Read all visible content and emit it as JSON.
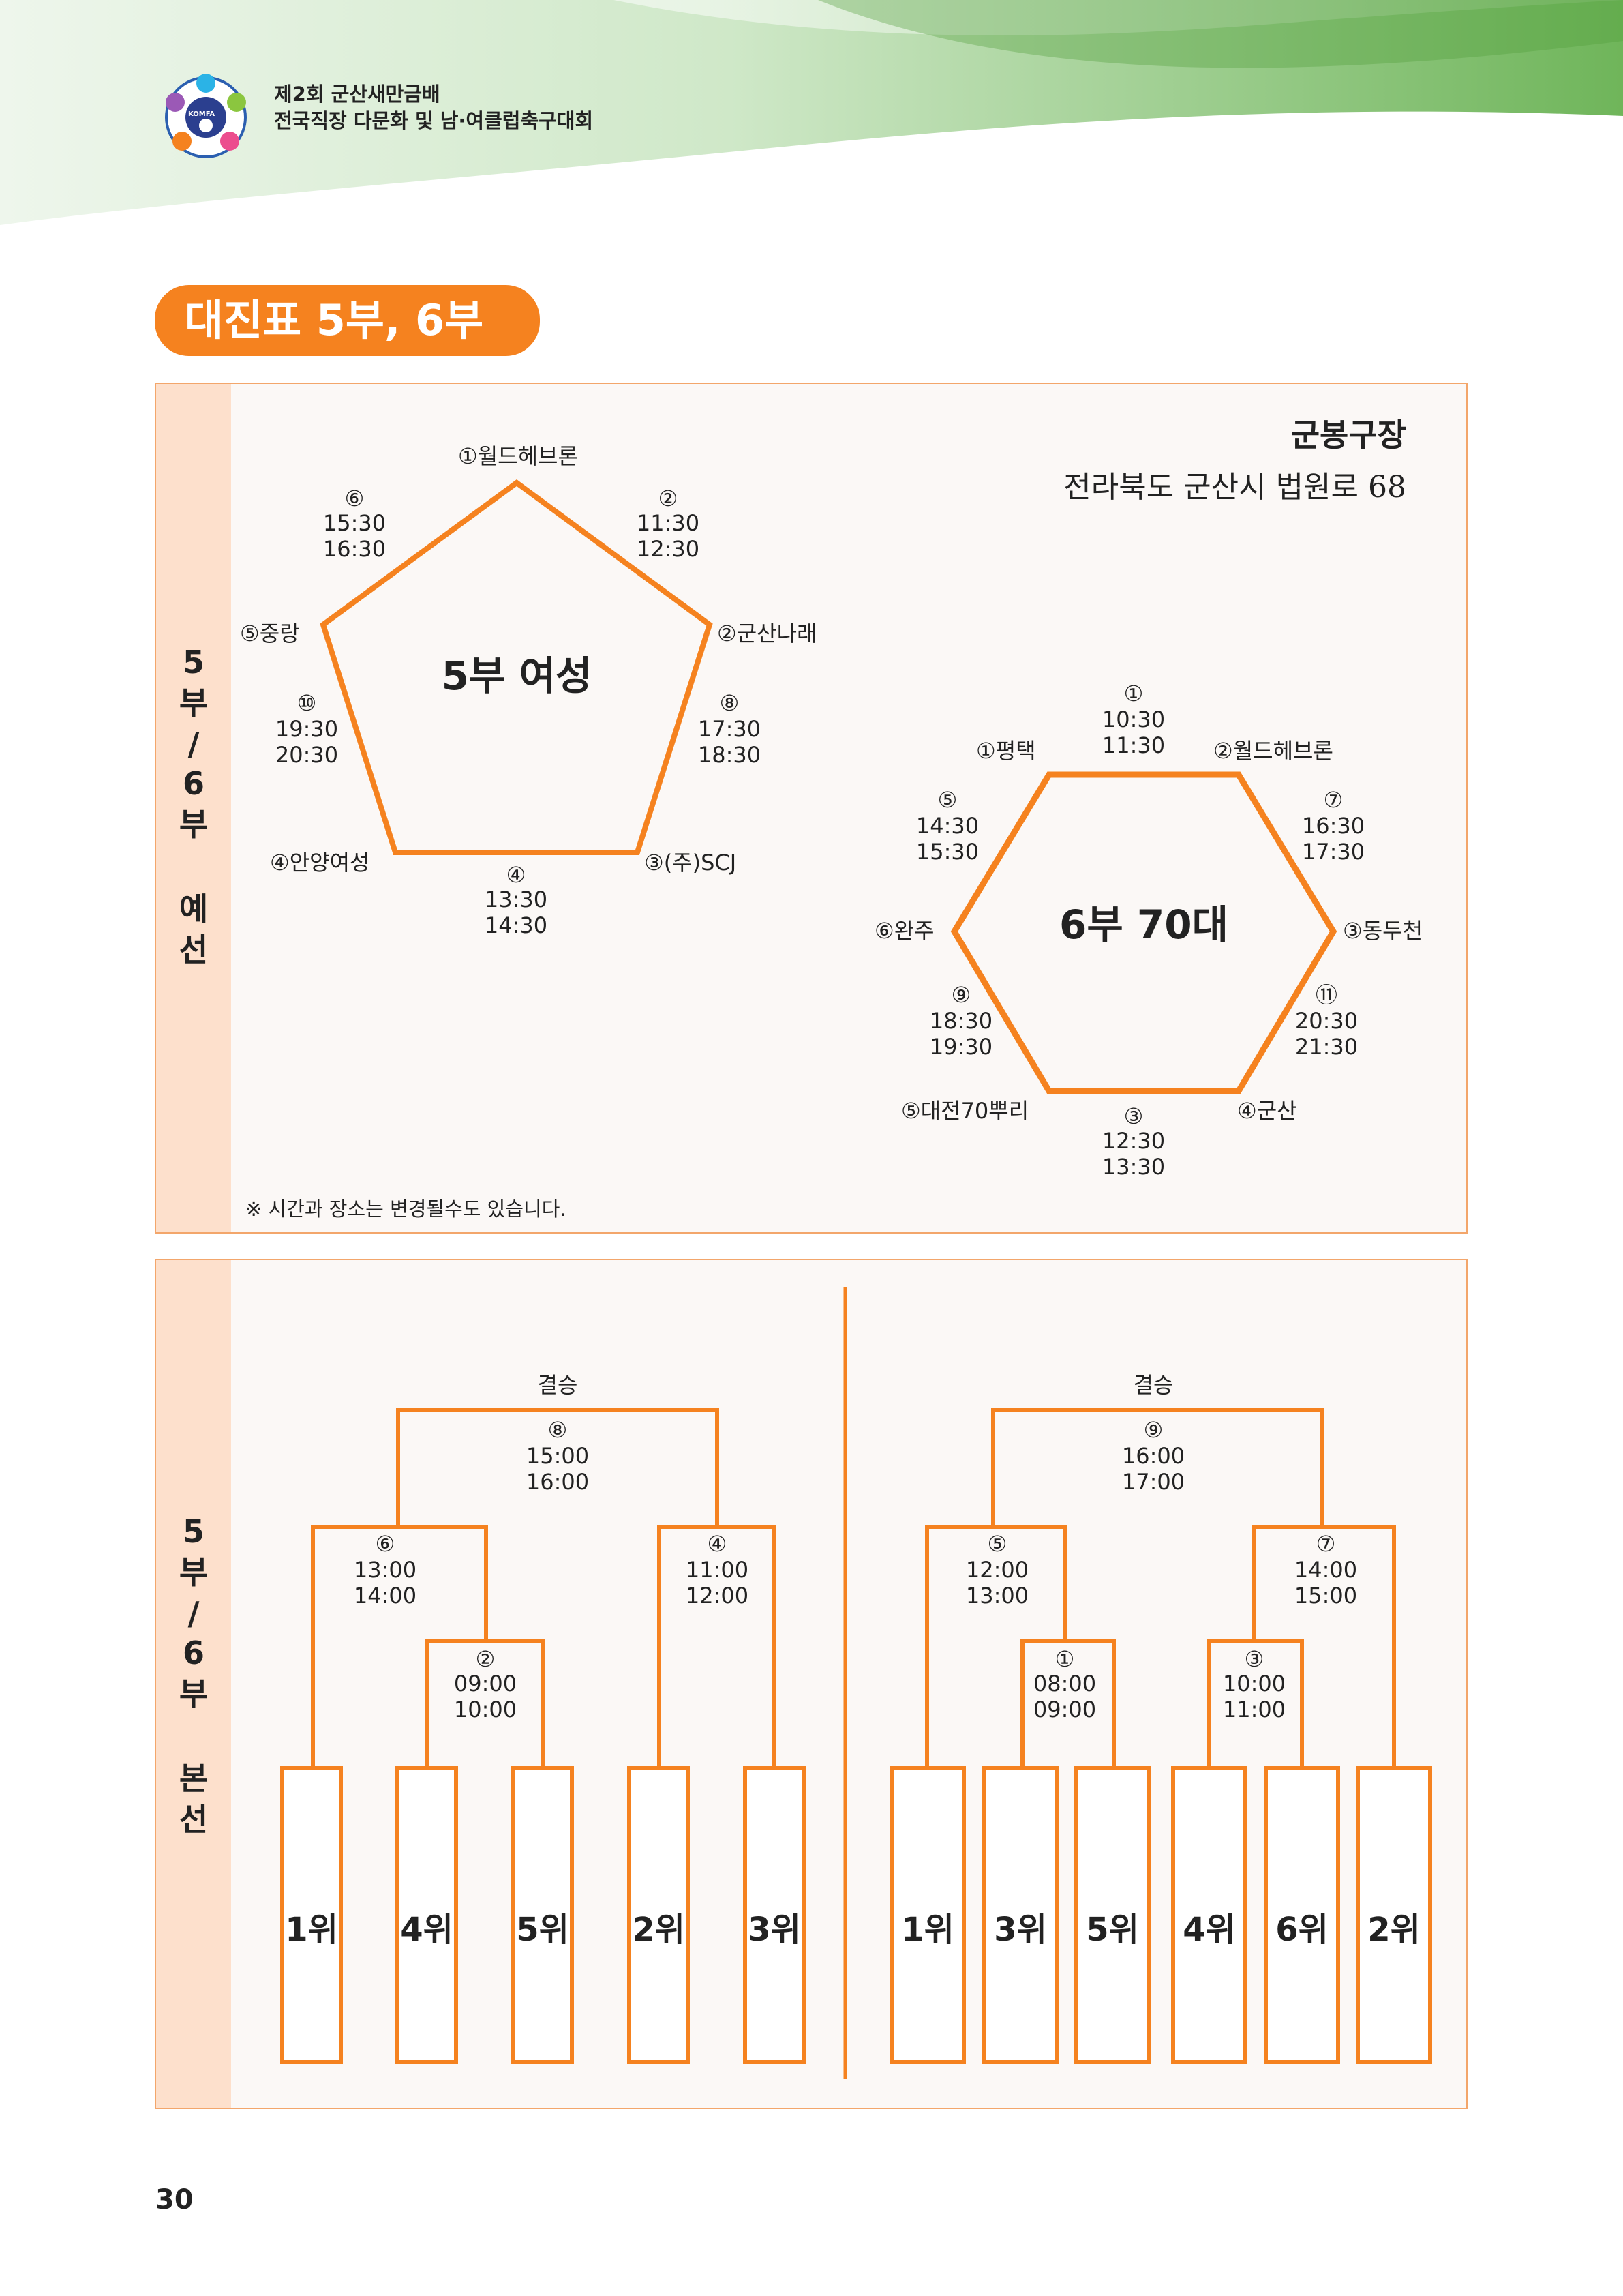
{
  "header": {
    "line1": "제2회 군산새만금배",
    "line2": "전국직장 다문화 및 남·여클럽축구대회",
    "logo_text": "KOMFA"
  },
  "section_title": "대진표 5부, 6부",
  "page_number": "30",
  "colors": {
    "accent": "#f5821f",
    "panel_bg": "#fbf8f6",
    "side_bg": "#fde0cc",
    "border": "#f3a66b"
  },
  "prelim": {
    "side_chars": [
      "5",
      "부",
      "/",
      "6",
      "부",
      "예",
      "선"
    ],
    "venue": {
      "name": "군봉구장",
      "address": "전라북도 군산시 법원로 68"
    },
    "note": "※ 시간과 장소는 변경될수도 있습니다.",
    "division5": {
      "title": "5부 여성",
      "teams": [
        "①월드헤브론",
        "②군산나래",
        "③(주)SCJ",
        "④안양여성",
        "⑤중랑"
      ],
      "matches": [
        {
          "no": "⑥",
          "start": "15:30",
          "end": "16:30"
        },
        {
          "no": "②",
          "start": "11:30",
          "end": "12:30"
        },
        {
          "no": "⑧",
          "start": "17:30",
          "end": "18:30"
        },
        {
          "no": "④",
          "start": "13:30",
          "end": "14:30"
        },
        {
          "no": "⑩",
          "start": "19:30",
          "end": "20:30"
        }
      ]
    },
    "division6": {
      "title": "6부 70대",
      "teams": [
        "①평택",
        "②월드헤브론",
        "③동두천",
        "④군산",
        "⑤대전70뿌리",
        "⑥완주"
      ],
      "matches": [
        {
          "no": "①",
          "start": "10:30",
          "end": "11:30"
        },
        {
          "no": "⑦",
          "start": "16:30",
          "end": "17:30"
        },
        {
          "no": "⑪",
          "start": "20:30",
          "end": "21:30"
        },
        {
          "no": "③",
          "start": "12:30",
          "end": "13:30"
        },
        {
          "no": "⑨",
          "start": "18:30",
          "end": "19:30"
        },
        {
          "no": "⑤",
          "start": "14:30",
          "end": "15:30"
        }
      ]
    }
  },
  "final": {
    "side_chars": [
      "5",
      "부",
      "/",
      "6",
      "부",
      "본",
      "선"
    ],
    "bracket5": {
      "final_label": "결승",
      "final": {
        "no": "⑧",
        "start": "15:00",
        "end": "16:00"
      },
      "semi_left": {
        "no": "⑥",
        "start": "13:00",
        "end": "14:00"
      },
      "semi_right": {
        "no": "④",
        "start": "11:00",
        "end": "12:00"
      },
      "quarter": {
        "no": "②",
        "start": "09:00",
        "end": "10:00"
      },
      "ranks": [
        "1위",
        "4위",
        "5위",
        "2위",
        "3위"
      ]
    },
    "bracket6": {
      "final_label": "결승",
      "final": {
        "no": "⑨",
        "start": "16:00",
        "end": "17:00"
      },
      "semi_left": {
        "no": "⑤",
        "start": "12:00",
        "end": "13:00"
      },
      "semi_right": {
        "no": "⑦",
        "start": "14:00",
        "end": "15:00"
      },
      "quarter_left": {
        "no": "①",
        "start": "08:00",
        "end": "09:00"
      },
      "quarter_right": {
        "no": "③",
        "start": "10:00",
        "end": "11:00"
      },
      "ranks": [
        "1위",
        "3위",
        "5위",
        "4위",
        "6위",
        "2위"
      ]
    }
  }
}
